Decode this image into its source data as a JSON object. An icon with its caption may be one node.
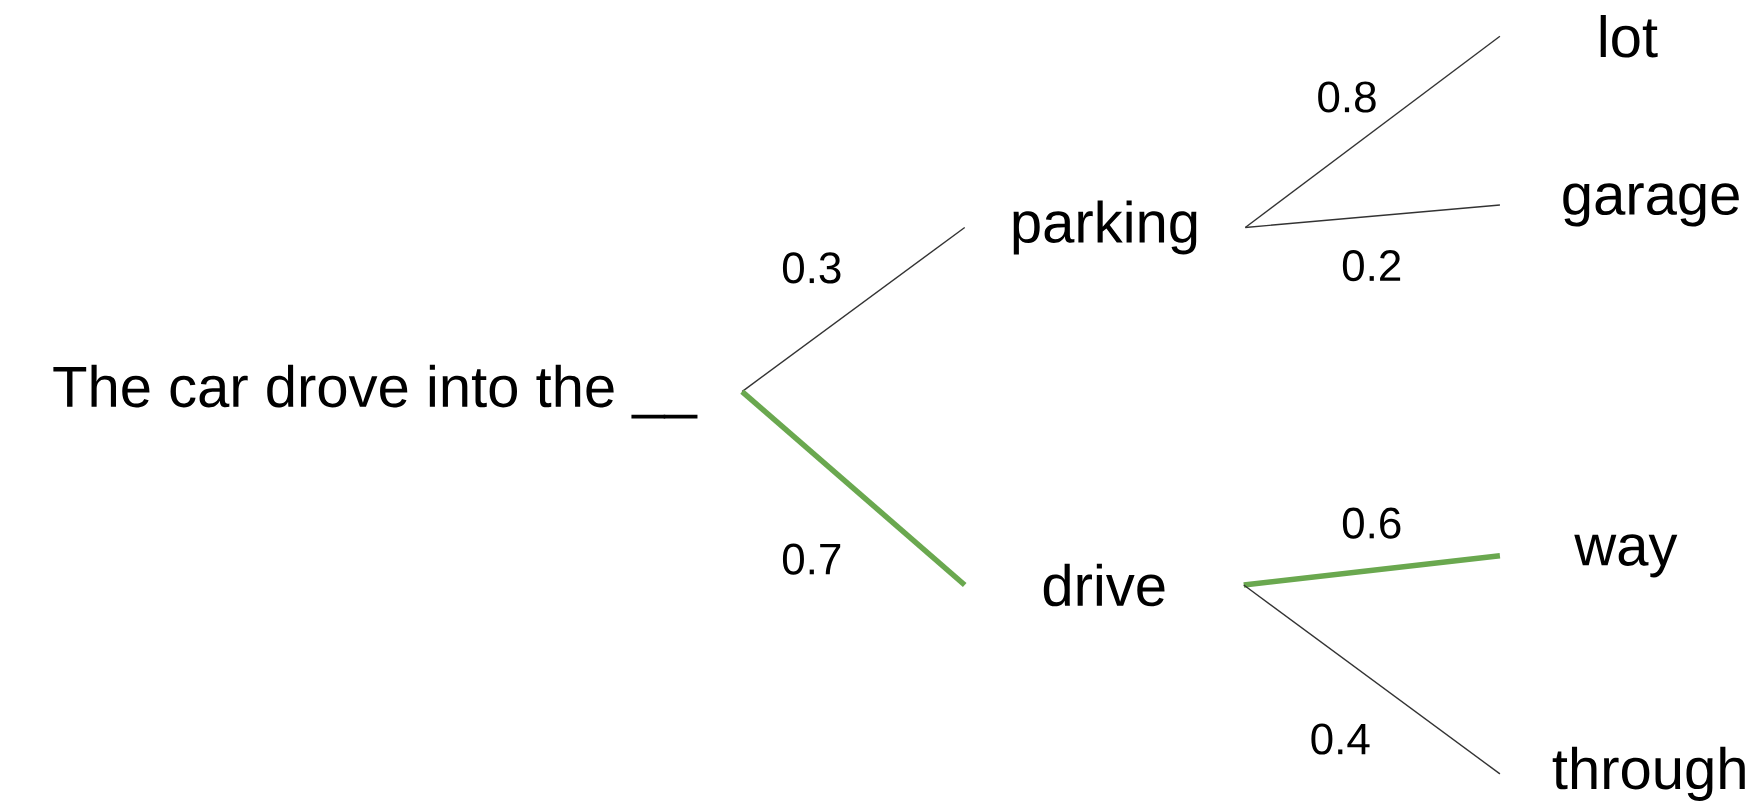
{
  "diagram": {
    "nodes": [
      {
        "text": [
          "The car drove into the __"
        ]
      },
      {
        "text": [
          "parking"
        ]
      },
      {
        "text": [
          "drive"
        ]
      },
      {
        "text": [
          "lot"
        ]
      },
      {
        "text": [
          "garage"
        ]
      },
      {
        "text": [
          "way"
        ]
      },
      {
        "text": [
          "through"
        ]
      }
    ],
    "edges": [
      {
        "from": 0,
        "to": 1,
        "arrow": "none",
        "label": "0.3"
      },
      {
        "from": 0,
        "to": 2,
        "arrow": "none",
        "label": "0.7",
        "style": "thick",
        "color": "#6aa84f"
      },
      {
        "from": 1,
        "to": 3,
        "arrow": "none",
        "label": "0.8"
      },
      {
        "from": 1,
        "to": 4,
        "arrow": "none",
        "label": "0.2"
      },
      {
        "from": 2,
        "to": 5,
        "arrow": "none",
        "label": "0.6",
        "style": "thick",
        "color": "#6aa84f"
      },
      {
        "from": 2,
        "to": 6,
        "arrow": "none",
        "label": "0.4"
      }
    ]
  }
}
